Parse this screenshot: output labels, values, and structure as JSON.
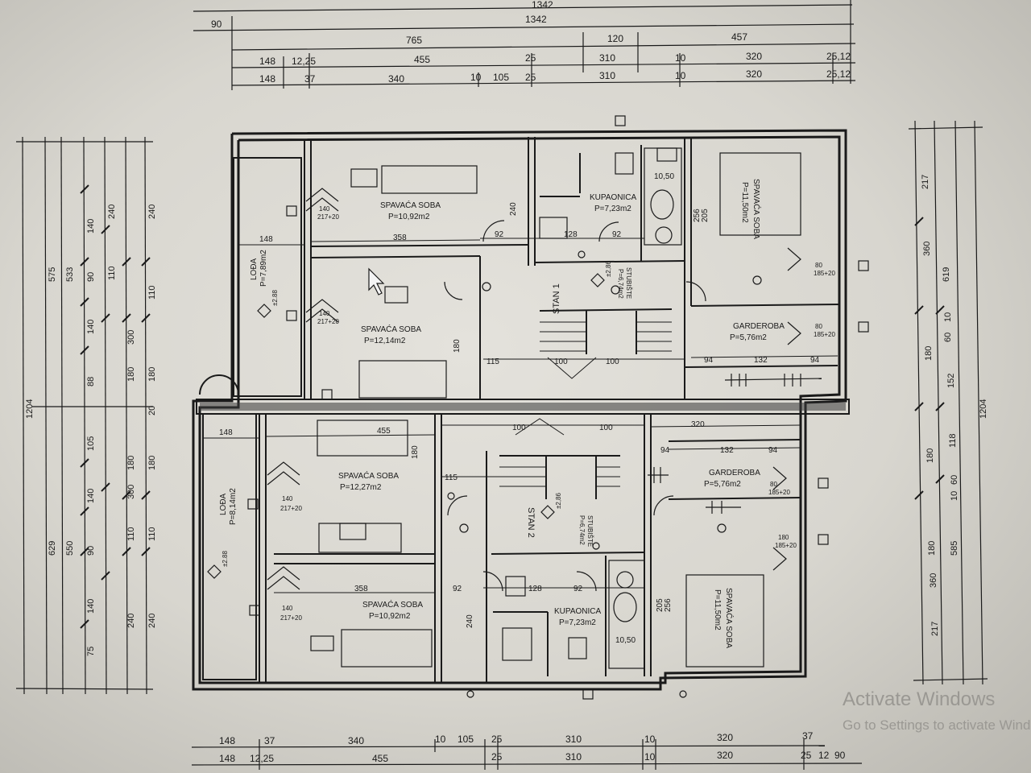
{
  "top_dims": {
    "row0": [
      "1342"
    ],
    "row1": [
      "90",
      "1342"
    ],
    "row2": [
      "765",
      "120",
      "457"
    ],
    "row3": [
      "148",
      "12,25",
      "455",
      "25",
      "310",
      "10",
      "320",
      "25,12"
    ],
    "row4": [
      "148",
      "37",
      "340",
      "10",
      "105",
      "25",
      "310",
      "10",
      "320",
      "25,12"
    ]
  },
  "bottom_dims": {
    "row1": [
      "148",
      "37",
      "340",
      "10",
      "105",
      "25",
      "310",
      "10",
      "320",
      "37"
    ],
    "row2": [
      "148",
      "12,25",
      "455",
      "25",
      "310",
      "10",
      "320",
      "25",
      "12",
      "90"
    ]
  },
  "left_dims": {
    "col1": [
      "1204"
    ],
    "col2": [
      "575",
      "629"
    ],
    "col3": [
      "533",
      "550"
    ],
    "col4": [
      "140",
      "90",
      "140",
      "88",
      "105",
      "140",
      "90",
      "140",
      "75"
    ],
    "col5": [
      "240",
      "110",
      "300",
      "180",
      "180",
      "300",
      "110",
      "240"
    ],
    "col6": [
      "240",
      "110",
      "180",
      "20",
      "180",
      "110",
      "240"
    ]
  },
  "right_dims": {
    "col1": [
      "217",
      "360",
      "180",
      "180",
      "180",
      "360",
      "217"
    ],
    "col2": [
      "619",
      "585"
    ],
    "col3": [
      "10",
      "60",
      "152",
      "118",
      "60",
      "10"
    ],
    "col4": [
      "1204"
    ]
  },
  "stan1": {
    "label": "STAN 1",
    "rooms": [
      {
        "name": "SPAVAĆA SOBA",
        "area": "P=10,92m2"
      },
      {
        "name": "KUPAONICA",
        "area": "P=7,23m2"
      },
      {
        "name": "SPAVAĆA SOBA",
        "area": "P=11,50m2"
      },
      {
        "name": "LOĐA",
        "area": "P=7,89m2"
      },
      {
        "name": "SPAVAĆA SOBA",
        "area": "P=12,14m2"
      },
      {
        "name": "GARDEROBA",
        "area": "P=5,76m2"
      },
      {
        "name": "STUBIŠTE",
        "area": "P=6,74m2"
      }
    ]
  },
  "stan2": {
    "label": "STAN 2",
    "rooms": [
      {
        "name": "SPAVAĆA SOBA",
        "area": "P=12,27m2"
      },
      {
        "name": "GARDEROBA",
        "area": "P=5,76m2"
      },
      {
        "name": "LOĐA",
        "area": "P=8,14m2"
      },
      {
        "name": "SPAVAĆA SOBA",
        "area": "P=10,92m2"
      },
      {
        "name": "KUPAONICA",
        "area": "P=7,23m2"
      },
      {
        "name": "SPAVAĆA SOBA",
        "area": "P=11,50m2"
      },
      {
        "name": "STUBIŠTE",
        "area": "P=6,74m2"
      }
    ]
  },
  "interior_dims": {
    "d148a": "148",
    "d358a": "358",
    "d455": "455",
    "d358b": "358",
    "d148b": "148",
    "d320": "320",
    "d132a": "132",
    "d94a": "94",
    "d94b": "94",
    "d132b": "132",
    "d94c": "94",
    "d94d": "94",
    "d128a": "128",
    "d128b": "128",
    "d92a": "92",
    "d92b": "92",
    "d92c": "92",
    "d92d": "92",
    "d100a": "100",
    "d100b": "100",
    "d100c": "100",
    "d100d": "100",
    "d115a": "115",
    "d115b": "115",
    "d240a": "240",
    "d240b": "240",
    "d180a": "180",
    "d180b": "180",
    "d256a": "256",
    "d256b": "256",
    "d205a": "205",
    "d205b": "205",
    "d1050a": "10,50",
    "d1050b": "10,50",
    "w1": "140",
    "w1b": "217+20",
    "w2": "140",
    "w2b": "217+20",
    "w3": "140",
    "w3b": "217+20",
    "w4": "140",
    "w4b": "217+20",
    "w5": "80",
    "w5b": "185+20",
    "w6": "80",
    "w6b": "185+20",
    "w7": "180",
    "w7b": "185+20",
    "w8": "80",
    "w8b": "185+20",
    "lvl": "±2.88",
    "lvl_b": "±2,86"
  },
  "watermark": {
    "line1": "Activate Windows",
    "line2": "Go to Settings to activate Windows."
  }
}
